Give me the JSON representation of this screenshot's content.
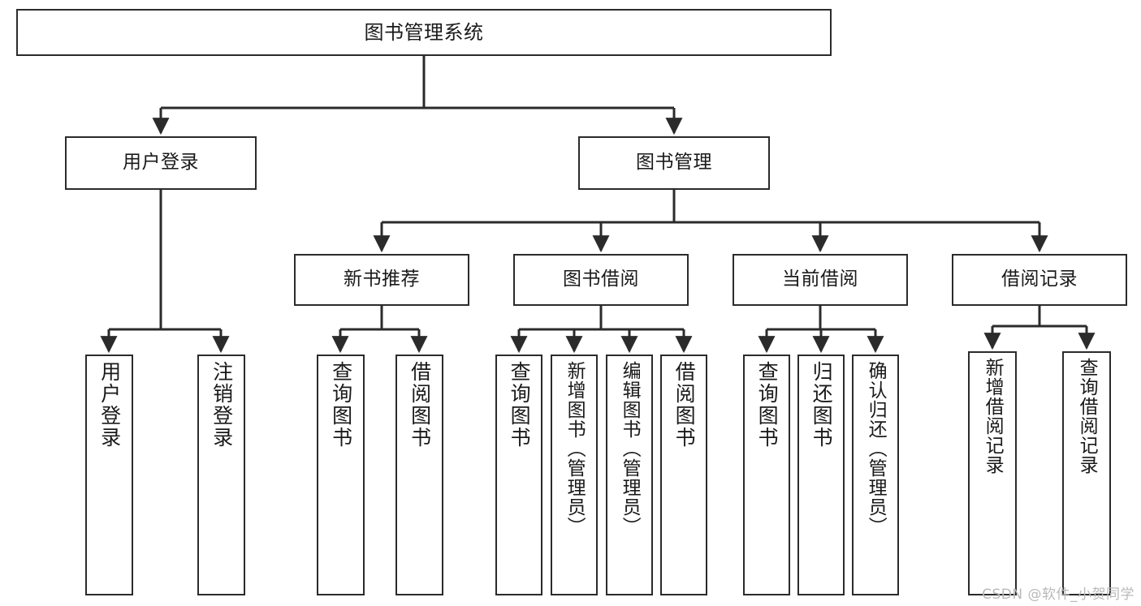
{
  "diagram": {
    "title": "图书管理系统",
    "type": "tree",
    "colors": {
      "box_border": "#2b2b2b",
      "box_fill": "#ffffff",
      "edge": "#2b2b2b",
      "text": "#1a1a1a",
      "watermark": "#b9b9b9",
      "background": "#ffffff"
    },
    "root": {
      "id": "root",
      "label": "图书管理系统"
    },
    "level2": [
      {
        "id": "user-login",
        "label": "用户登录"
      },
      {
        "id": "book-manage",
        "label": "图书管理"
      }
    ],
    "level3": [
      {
        "id": "new-book-rec",
        "label": "新书推荐"
      },
      {
        "id": "book-borrow",
        "label": "图书借阅"
      },
      {
        "id": "current-borrow",
        "label": "当前借阅"
      },
      {
        "id": "borrow-record",
        "label": "借阅记录"
      }
    ],
    "leaves": {
      "user_login": [
        {
          "id": "leaf-user-login",
          "label": "用户登录"
        },
        {
          "id": "leaf-logout",
          "label": "注销登录"
        }
      ],
      "new_book_rec": [
        {
          "id": "leaf-query-book-1",
          "label": "查询图书"
        },
        {
          "id": "leaf-borrow-book-1",
          "label": "借阅图书"
        }
      ],
      "book_borrow": [
        {
          "id": "leaf-query-book-2",
          "label": "查询图书"
        },
        {
          "id": "leaf-add-book",
          "label": "新增图书（管理员）"
        },
        {
          "id": "leaf-edit-book",
          "label": "编辑图书（管理员）"
        },
        {
          "id": "leaf-borrow-book-2",
          "label": "借阅图书"
        }
      ],
      "current_borrow": [
        {
          "id": "leaf-query-book-3",
          "label": "查询图书"
        },
        {
          "id": "leaf-return-book",
          "label": "归还图书"
        },
        {
          "id": "leaf-confirm-return",
          "label": "确认归还（管理员）"
        }
      ],
      "borrow_record": [
        {
          "id": "leaf-add-record",
          "label": "新增借阅记录"
        },
        {
          "id": "leaf-query-record",
          "label": "查询借阅记录"
        }
      ]
    },
    "watermark": "CSDN @软件_小贺同学"
  }
}
